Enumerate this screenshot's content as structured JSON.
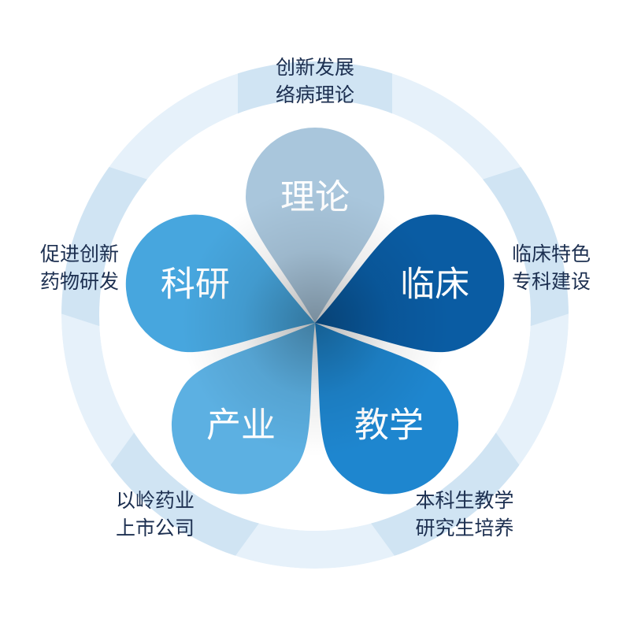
{
  "petals": [
    {
      "id": "theory",
      "label": "理论",
      "color": "#a9c6dc"
    },
    {
      "id": "clinical",
      "label": "临床",
      "color": "#0a5ca3"
    },
    {
      "id": "teaching",
      "label": "教学",
      "color": "#1e86cf"
    },
    {
      "id": "industry",
      "label": "产业",
      "color": "#5cb0e2"
    },
    {
      "id": "research",
      "label": "科研",
      "color": "#47a6de"
    }
  ],
  "ring": {
    "color": "#e6f1fa",
    "block_color": "#d0e4f3"
  },
  "outer_labels": {
    "theory": {
      "line1": "创新发展",
      "line2": "络病理论"
    },
    "clinical": {
      "line1": "临床特色",
      "line2": "专科建设"
    },
    "teaching": {
      "line1": "本科生教学",
      "line2": "研究生培养"
    },
    "industry": {
      "line1": "以岭药业",
      "line2": "上市公司"
    },
    "research": {
      "line1": "促进创新",
      "line2": "药物研发"
    }
  }
}
